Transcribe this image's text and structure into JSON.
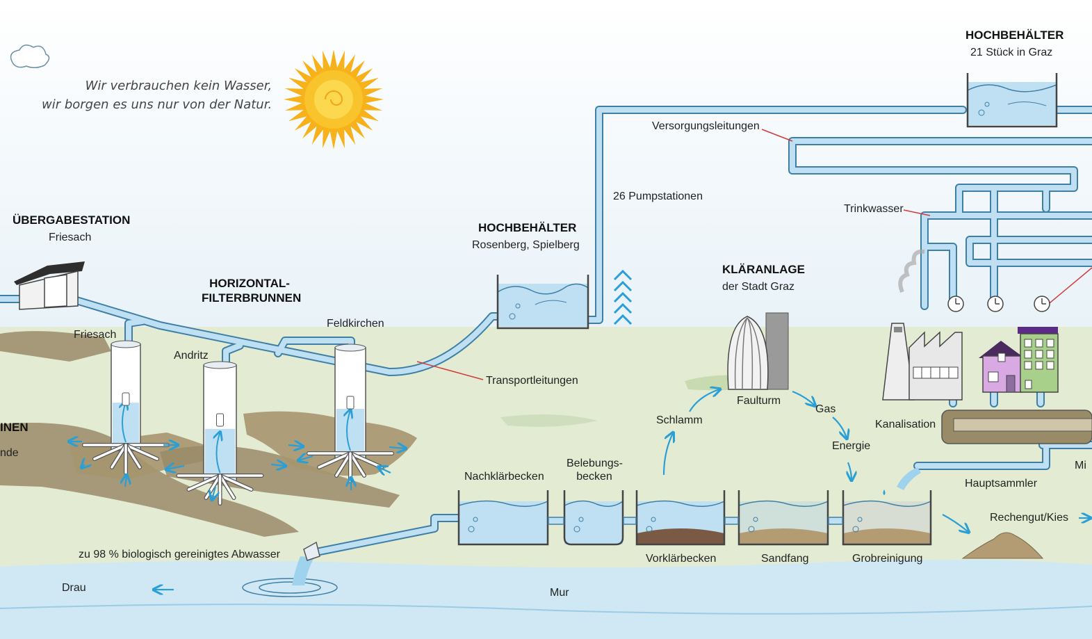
{
  "quote": {
    "line1": "Wir verbrauchen kein Wasser,",
    "line2": "wir borgen es uns nur von der Natur."
  },
  "stations": {
    "uebergabe": {
      "title": "ÜBERGABESTATION",
      "sub": "Friesach"
    },
    "horizontal": {
      "title1": "HORIZONTAL-",
      "title2": "FILTERBRUNNEN"
    },
    "hoch_left": {
      "title": "HOCHBEHÄLTER",
      "sub": "Rosenberg, Spielberg"
    },
    "hoch_right": {
      "title": "HOCHBEHÄLTER",
      "sub": "21 Stück in Graz"
    },
    "klaer": {
      "title": "KLÄRANLAGE",
      "sub": "der Stadt Graz"
    },
    "brunnen_partial": "INEN"
  },
  "labels": {
    "versorgung": "Versorgungsleitungen",
    "pumpen": "26 Pumpstationen",
    "trinkwasser": "Trinkwasser",
    "friesach": "Friesach",
    "andritz": "Andritz",
    "feldkirchen": "Feldkirchen",
    "transport": "Transportleitungen",
    "faulturm": "Faulturm",
    "gas": "Gas",
    "schlamm": "Schlamm",
    "energie": "Energie",
    "kanalisation": "Kanalisation",
    "nachklaer": "Nachklärbecken",
    "belebung1": "Belebungs-",
    "belebung2": "becken",
    "vorklaer": "Vorklärbecken",
    "sandfang": "Sandfang",
    "grob": "Grobreinigung",
    "hauptsammler": "Hauptsammler",
    "rechengut": "Rechengut/Kies",
    "abwasser": "zu 98 % biologisch gereinigtes Abwasser",
    "drau": "Drau",
    "mur": "Mur",
    "partial_nde": "nde",
    "partial_mi": "Mi"
  },
  "colors": {
    "pipe": "#bfe0f2",
    "pipe_edge": "#3f7fa6",
    "water": "#bfe0f2",
    "ground": "#e3ecd3",
    "soil": "#9a8b68",
    "river": "#cfe8f4",
    "arrow": "#2a9fd6",
    "leader": "#d23b3b",
    "sun": "#f7b21b"
  },
  "icons": [
    "sun-icon",
    "cloud-icon",
    "arrow-icon",
    "clock-icon",
    "house-icon",
    "factory-icon",
    "digester-icon"
  ]
}
